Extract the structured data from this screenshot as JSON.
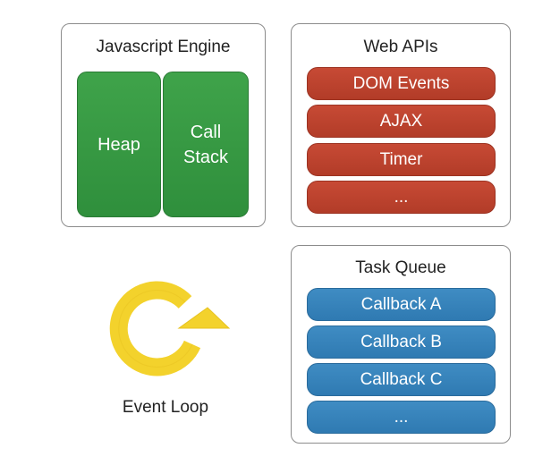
{
  "engine": {
    "title": "Javascript Engine",
    "heap_label": "Heap",
    "call_stack_line1": "Call",
    "call_stack_line2": "Stack"
  },
  "web_apis": {
    "title": "Web APIs",
    "items": [
      "DOM Events",
      "AJAX",
      "Timer",
      "..."
    ]
  },
  "task_queue": {
    "title": "Task Queue",
    "items": [
      "Callback A",
      "Callback B",
      "Callback C",
      "..."
    ]
  },
  "event_loop": {
    "label": "Event Loop",
    "icon": "circular-arrow-icon"
  },
  "colors": {
    "engine_green": "#349a41",
    "web_api_red": "#b9412d",
    "queue_blue": "#3683bb",
    "loop_yellow": "#f3d22c"
  }
}
